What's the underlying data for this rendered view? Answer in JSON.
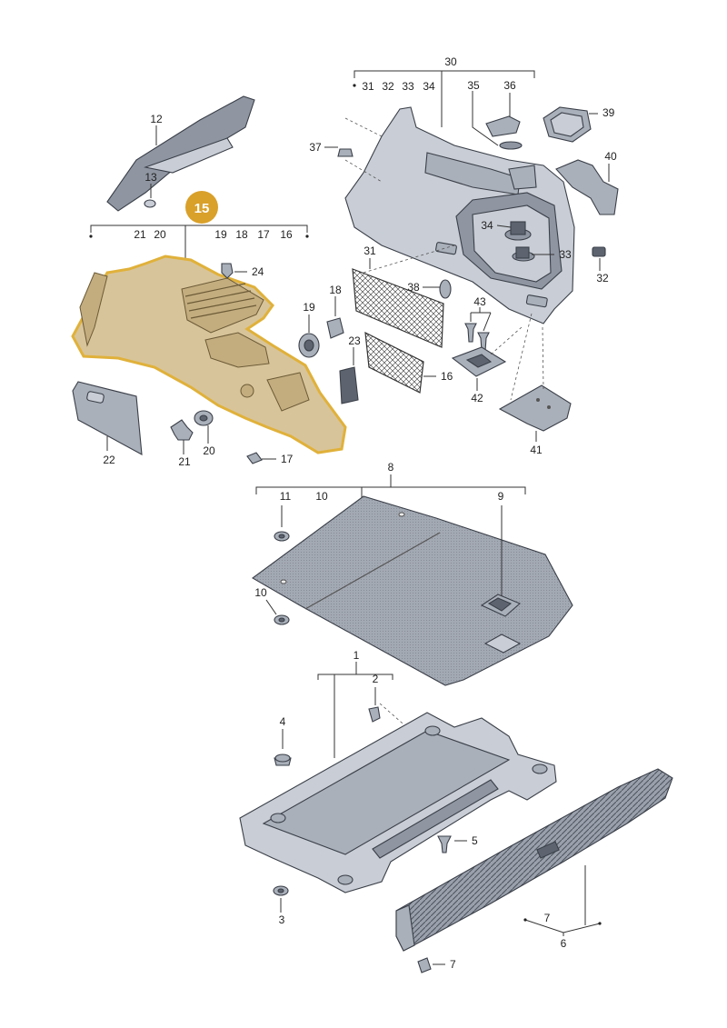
{
  "diagram": {
    "highlight_callout": "15",
    "accent_color": "#d9a02a",
    "labels": {
      "l30": "30",
      "l31": "31",
      "l32a": "32",
      "l33a": "33",
      "l34a": "34",
      "l35": "35",
      "l36": "36",
      "l37": "37",
      "l39": "39",
      "l40": "40",
      "l34b": "34",
      "l33b": "33",
      "l32b": "32",
      "l31b": "31",
      "l38": "38",
      "l43": "43",
      "l42": "42",
      "l41": "41",
      "l12": "12",
      "l13": "13",
      "l21a": "21",
      "l20a": "20",
      "l19a": "19",
      "l18a": "18",
      "l17a": "17",
      "l16a": "16",
      "l24": "24",
      "l19b": "19",
      "l18b": "18",
      "l23": "23",
      "l16b": "16",
      "l22": "22",
      "l21b": "21",
      "l20b": "20",
      "l17b": "17",
      "l8": "8",
      "l11a": "11",
      "l10a": "10",
      "l9": "9",
      "l10b": "10",
      "l1": "1",
      "l2": "2",
      "l4": "4",
      "l5": "5",
      "l3": "3",
      "l7a": "7",
      "l6": "6",
      "l7b": "7"
    }
  }
}
